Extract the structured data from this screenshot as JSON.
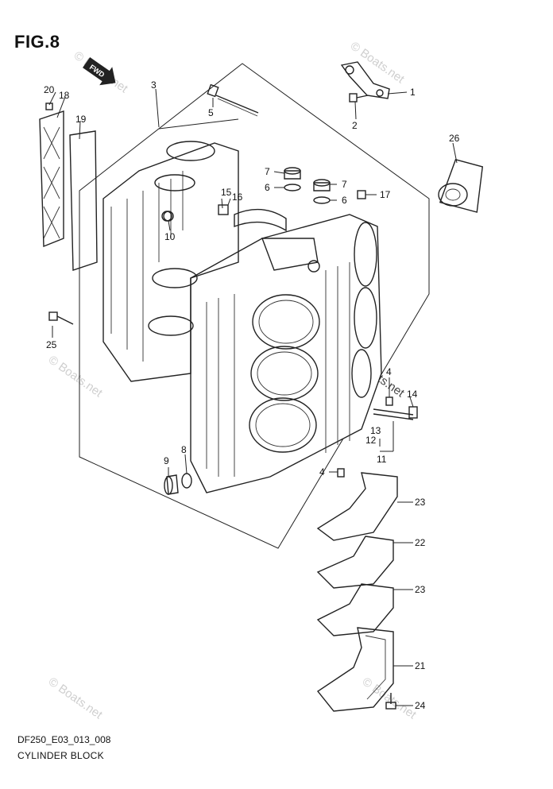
{
  "figure": {
    "title": "FIG.8",
    "code": "DF250_E03_013_008",
    "caption": "CYLINDER BLOCK",
    "fwd_label": "FWD",
    "watermarks": [
      "© Boats.net",
      "© Boats.net",
      "© Boats.net",
      "© Boats.net",
      "© Boats.net",
      "© Boats.net"
    ]
  },
  "callouts": [
    {
      "id": "c1",
      "label": "1"
    },
    {
      "id": "c2",
      "label": "2"
    },
    {
      "id": "c3",
      "label": "3"
    },
    {
      "id": "c4a",
      "label": "4"
    },
    {
      "id": "c4b",
      "label": "4"
    },
    {
      "id": "c5",
      "label": "5"
    },
    {
      "id": "c6a",
      "label": "6"
    },
    {
      "id": "c6b",
      "label": "6"
    },
    {
      "id": "c7a",
      "label": "7"
    },
    {
      "id": "c7b",
      "label": "7"
    },
    {
      "id": "c8",
      "label": "8"
    },
    {
      "id": "c9",
      "label": "9"
    },
    {
      "id": "c10",
      "label": "10"
    },
    {
      "id": "c11",
      "label": "11"
    },
    {
      "id": "c12",
      "label": "12"
    },
    {
      "id": "c13",
      "label": "13"
    },
    {
      "id": "c14",
      "label": "14"
    },
    {
      "id": "c15",
      "label": "15"
    },
    {
      "id": "c16",
      "label": "16"
    },
    {
      "id": "c17",
      "label": "17"
    },
    {
      "id": "c18",
      "label": "18"
    },
    {
      "id": "c19",
      "label": "19"
    },
    {
      "id": "c20",
      "label": "20"
    },
    {
      "id": "c21",
      "label": "21"
    },
    {
      "id": "c22",
      "label": "22"
    },
    {
      "id": "c23a",
      "label": "23"
    },
    {
      "id": "c23b",
      "label": "23"
    },
    {
      "id": "c24",
      "label": "24"
    },
    {
      "id": "c25",
      "label": "25"
    },
    {
      "id": "c26",
      "label": "26"
    }
  ]
}
